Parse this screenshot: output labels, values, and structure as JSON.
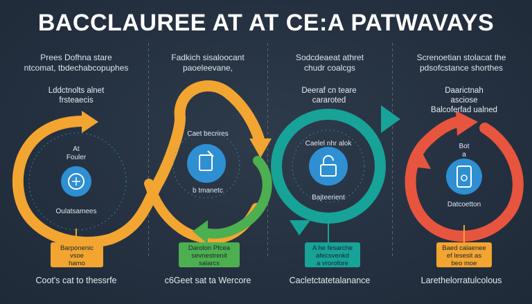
{
  "title": "BACCLAUREE AT AT CE:A PATWAVAYS",
  "colors": {
    "orange": "#f2a531",
    "green": "#4caf50",
    "teal": "#17a398",
    "red": "#e8553e",
    "blue": "#2f8fd3",
    "background": "#263240"
  },
  "columns": [
    {
      "header": [
        "Prees Dofhna stare",
        "ntcomat, tbdechabcopuphes"
      ],
      "subheader": [
        "Lddctnolts alnet",
        "frsteaecis"
      ],
      "center_label": [
        "At",
        "Fouler"
      ],
      "lower_label": "Oulatsamees",
      "icon": "brain-icon",
      "badge": [
        "Barponenic",
        "vsoe",
        "hamo"
      ],
      "footer": "Coot's cat to thessrfe"
    },
    {
      "header": [
        "Fadkich sisaloocant",
        "paoeleevane,"
      ],
      "upper_label": "Caet becrires",
      "lower_label": "b tmanetc",
      "icon": "document-icon",
      "badge": [
        "Darolon Pfcea",
        "sevnestrenit",
        "salarcs"
      ],
      "footer": "c6Geet sat ta Wercore"
    },
    {
      "header": [
        "Sodcdeaeat athret",
        "chudr coalcgs"
      ],
      "subheader": [
        "Deeraf cn teare",
        "cararoted"
      ],
      "upper_label": "Caelel nhr alok",
      "lower_label": "Bajteerient",
      "icon": "lock-icon",
      "badge": [
        "A he fesarche",
        "afecsvenkd",
        "a vrorofore"
      ],
      "footer": "Cacletctatetalanance"
    },
    {
      "header": [
        "Screnoetian stolacat the",
        "pdsofcstance shorthes"
      ],
      "subheader": [
        "Daarictnah",
        "asciose",
        "Balcoferfad ualned"
      ],
      "center_label": [
        "Bot",
        "a"
      ],
      "lower_label": "Datcoetton",
      "icon": "phone-icon",
      "badge": [
        "Baed calaenee",
        "ef lesesit as",
        "beo moe"
      ],
      "footer": "Larethelorratulcolous"
    }
  ]
}
